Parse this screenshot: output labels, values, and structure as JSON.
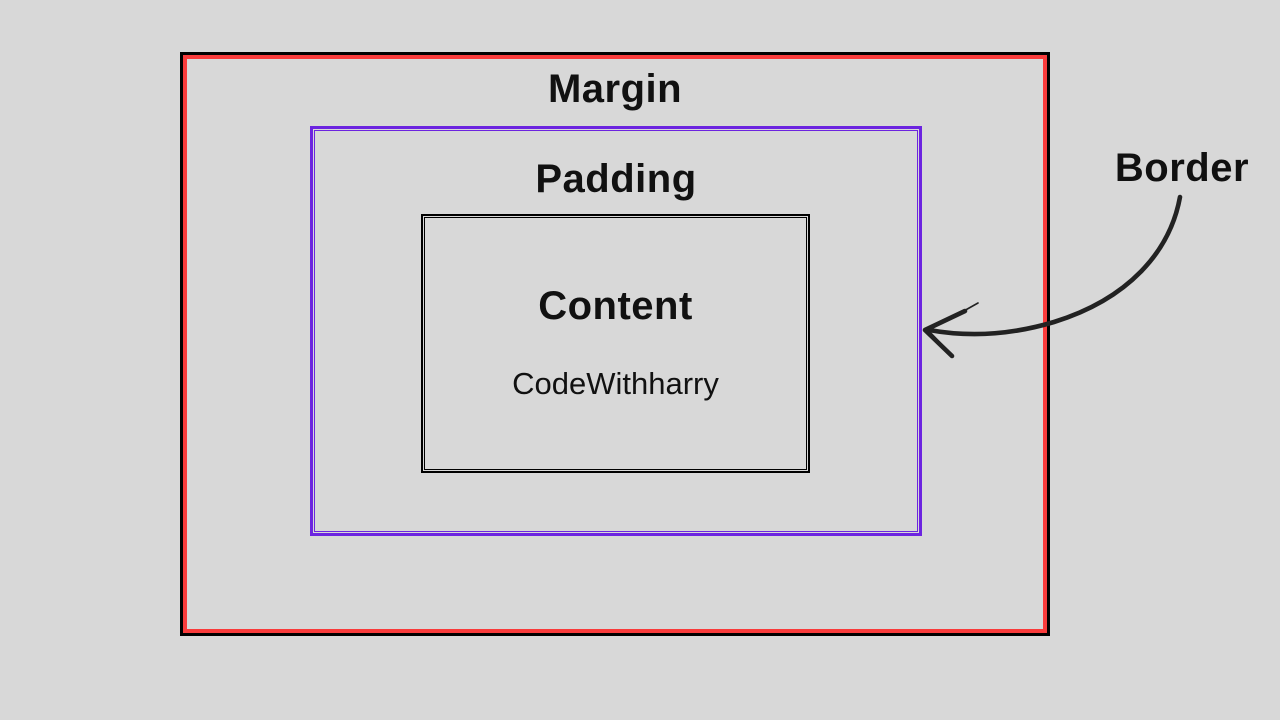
{
  "diagram": {
    "margin_label": "Margin",
    "padding_label": "Padding",
    "content_label": "Content",
    "content_text": "CodeWithharry",
    "border_label": "Border"
  },
  "colors": {
    "bg": "#d8d8d8",
    "box-black": "#000000",
    "margin-red": "#f93b3b",
    "border-purple": "#6c24e0",
    "ink": "#111111",
    "arrow": "#222222"
  }
}
